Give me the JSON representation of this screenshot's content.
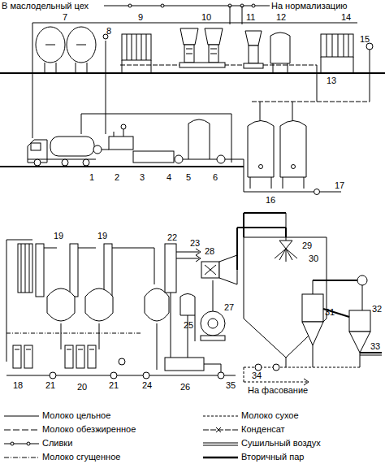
{
  "diagram": {
    "labels": [
      "В маслодельный цех",
      "На нормализацию",
      "7",
      "9",
      "10",
      "11",
      "12",
      "14",
      "8",
      "15",
      "13",
      "1",
      "2",
      "3",
      "4",
      "5",
      "6",
      "17",
      "16",
      "19",
      "19",
      "22",
      "23",
      "29",
      "28",
      "30",
      "25",
      "27",
      "31",
      "32",
      "33",
      "На фасование",
      "18",
      "21",
      "20",
      "21",
      "24",
      "26",
      "35",
      "34"
    ],
    "legend": [
      {
        "text": "Молоко цельное"
      },
      {
        "text": "Молоко обезжиренное"
      },
      {
        "text": "Сливки"
      },
      {
        "text": "Молоко сгущенное"
      },
      {
        "text": "Молоко сухое"
      },
      {
        "text": "Конденсат"
      },
      {
        "text": "Сушильный воздух"
      },
      {
        "text": "Вторичный пар"
      }
    ]
  }
}
